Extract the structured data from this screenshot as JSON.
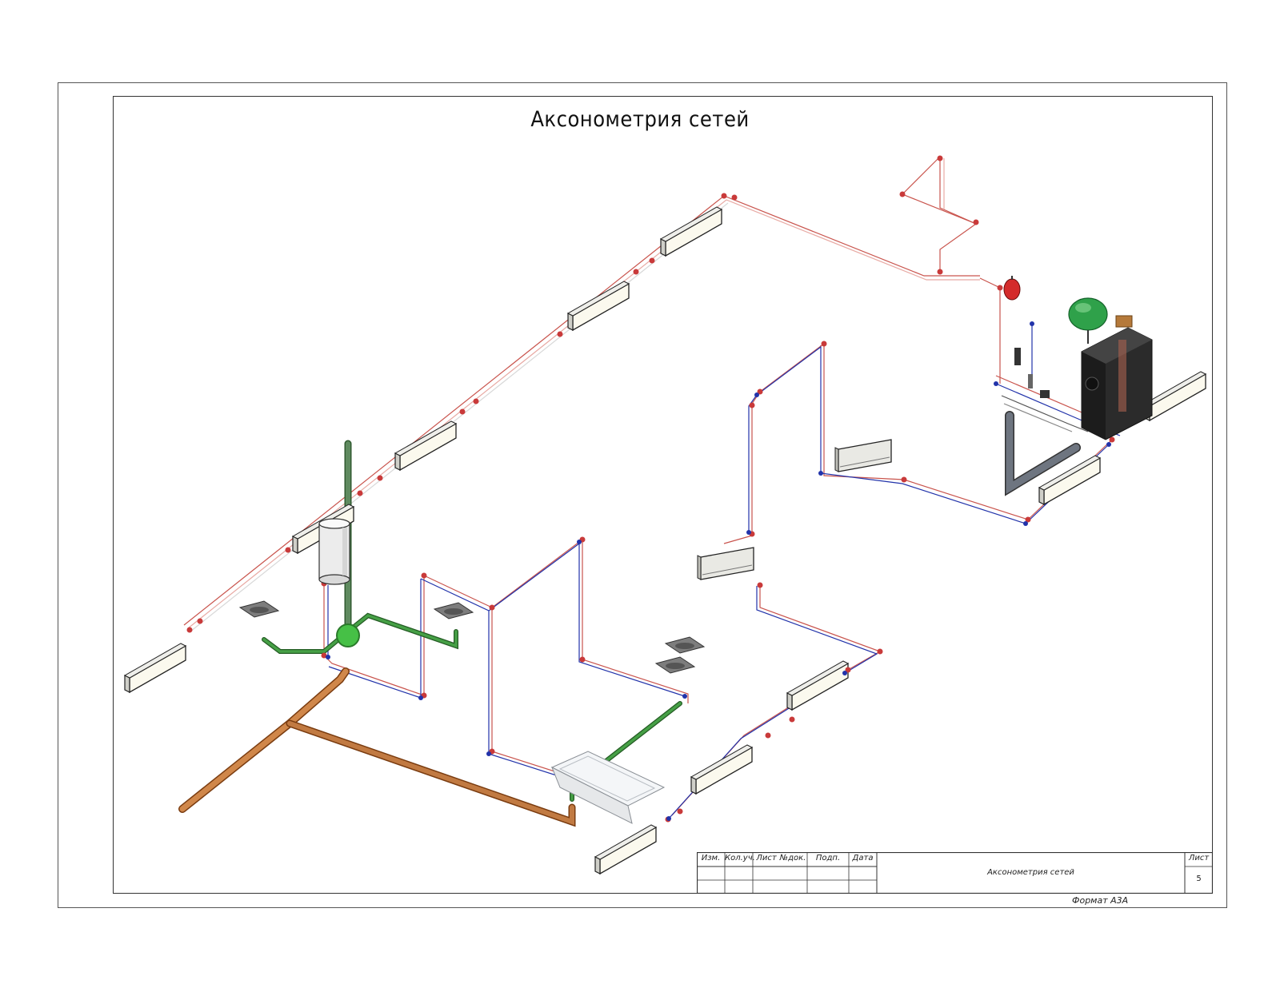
{
  "drawing": {
    "title": "Аксонометрия сетей"
  },
  "stamp": {
    "headers": [
      "Изм.",
      "Кол.уч.",
      "Лист",
      "№док.",
      "Подп.",
      "Дата"
    ],
    "name": "Аксонометрия сетей",
    "sheet_label": "Лист",
    "sheet_number": "5"
  },
  "format_label": "Формат А3А",
  "colors": {
    "supply_pipe": "#c0392b",
    "return_pipe": "#1f2d9c",
    "sewer_inner": "#3a8a3a",
    "sewer_outer": "#c8763a",
    "boiler": "#2a2a2a",
    "expansion_tank": "#2e9e3e",
    "safety_tank": "#d22b2b"
  },
  "icons": [
    "radiator-icon",
    "boiler-icon",
    "expansion-tank-icon",
    "water-heater-icon",
    "sink-icon",
    "bathtub-icon"
  ]
}
